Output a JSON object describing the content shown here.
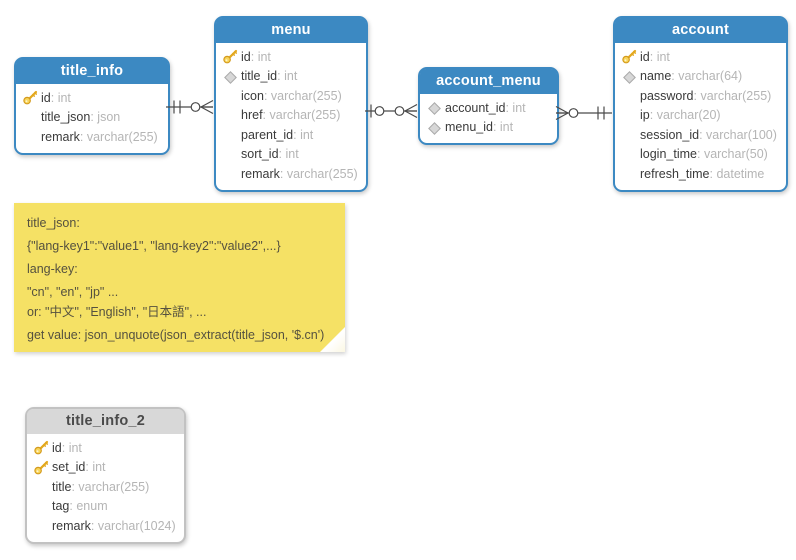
{
  "tables": [
    {
      "name": "title_info",
      "header_style": "blue",
      "columns": [
        {
          "icon": "key",
          "name": "id",
          "type": "int"
        },
        {
          "icon": "",
          "name": "title_json",
          "type": "json"
        },
        {
          "icon": "",
          "name": "remark",
          "type": "varchar(255)"
        }
      ]
    },
    {
      "name": "menu",
      "header_style": "blue",
      "columns": [
        {
          "icon": "key",
          "name": "id",
          "type": "int"
        },
        {
          "icon": "diamond",
          "name": "title_id",
          "type": "int"
        },
        {
          "icon": "",
          "name": "icon",
          "type": "varchar(255)"
        },
        {
          "icon": "",
          "name": "href",
          "type": "varchar(255)"
        },
        {
          "icon": "",
          "name": "parent_id",
          "type": "int"
        },
        {
          "icon": "",
          "name": "sort_id",
          "type": "int"
        },
        {
          "icon": "",
          "name": "remark",
          "type": "varchar(255)"
        }
      ]
    },
    {
      "name": "account_menu",
      "header_style": "blue",
      "columns": [
        {
          "icon": "diamond",
          "name": "account_id",
          "type": "int"
        },
        {
          "icon": "diamond",
          "name": "menu_id",
          "type": "int"
        }
      ]
    },
    {
      "name": "account",
      "header_style": "blue",
      "columns": [
        {
          "icon": "key",
          "name": "id",
          "type": "int"
        },
        {
          "icon": "diamond",
          "name": "name",
          "type": "varchar(64)"
        },
        {
          "icon": "",
          "name": "password",
          "type": "varchar(255)"
        },
        {
          "icon": "",
          "name": "ip",
          "type": "varchar(20)"
        },
        {
          "icon": "",
          "name": "session_id",
          "type": "varchar(100)"
        },
        {
          "icon": "",
          "name": "login_time",
          "type": "varchar(50)"
        },
        {
          "icon": "",
          "name": "refresh_time",
          "type": "datetime"
        }
      ]
    },
    {
      "name": "title_info_2",
      "header_style": "gray",
      "columns": [
        {
          "icon": "key",
          "name": "id",
          "type": "int"
        },
        {
          "icon": "key",
          "name": "set_id",
          "type": "int"
        },
        {
          "icon": "",
          "name": "title",
          "type": "varchar(255)"
        },
        {
          "icon": "",
          "name": "tag",
          "type": "enum"
        },
        {
          "icon": "",
          "name": "remark",
          "type": "varchar(1024)"
        }
      ]
    }
  ],
  "note": {
    "lines": [
      "title_json:",
      "{\"lang-key1\":\"value1\", \"lang-key2\":\"value2\",...}",
      "lang-key:",
      "\"cn\", \"en\", \"jp\" ...",
      "or: \"中文\", \"English\", \"日本語\", ...",
      "get value: json_unquote(json_extract(title_json, '$.cn')"
    ]
  },
  "relationships": [
    {
      "from": "title_info",
      "to": "menu",
      "from_cardinality": "one",
      "to_cardinality": "zero-or-many"
    },
    {
      "from": "menu",
      "to": "account_menu",
      "from_cardinality": "zero-or-one",
      "to_cardinality": "zero-or-many"
    },
    {
      "from": "account_menu",
      "to": "account",
      "from_cardinality": "zero-or-many",
      "to_cardinality": "one"
    }
  ],
  "icons": {
    "key": "primary-key-icon",
    "diamond": "foreign-key-icon"
  },
  "colors": {
    "canvas_background": "#ffffff",
    "table_header_blue": "#3c89c2",
    "table_header_gray": "#d8d8d8",
    "table_border_gray": "#c2c2c2",
    "note_yellow": "#f5e165",
    "note_text": "#55513f",
    "column_name": "#3a3a3a",
    "column_type": "#b5b5b5",
    "connector_line": "#4a4a4a",
    "key_icon_gold": "#f2c63e",
    "diamond_icon_gray": "#d7d7d7"
  }
}
